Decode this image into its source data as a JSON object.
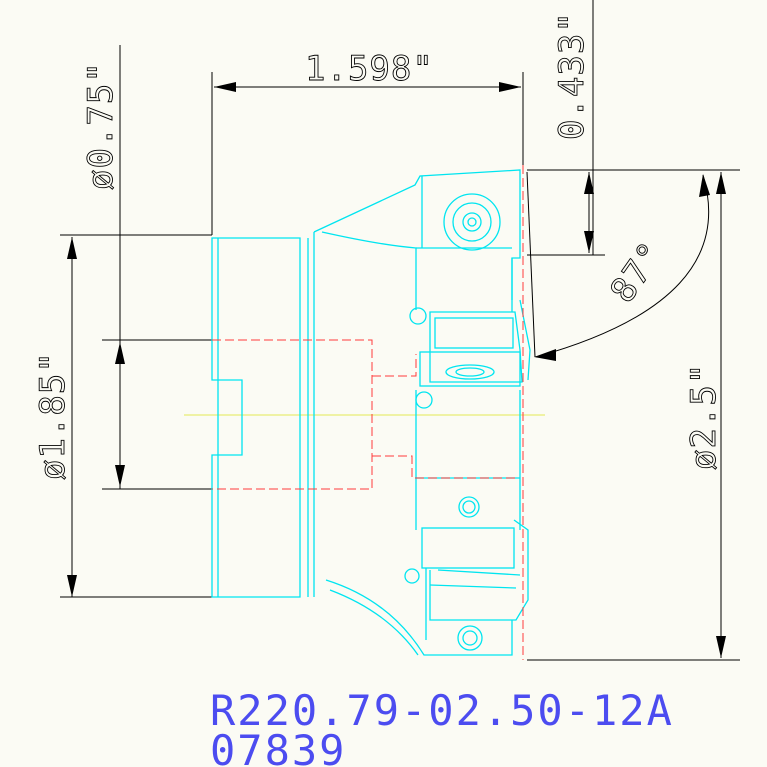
{
  "dimensions": {
    "overall_length": "1.598\"",
    "shank_diameter": "ø0.75\"",
    "pilot_diameter": "ø1.85\"",
    "cut_depth": "0.433\"",
    "entering_angle": "87°",
    "cutter_diameter": "ø2.5\""
  },
  "part": {
    "code": "R220.79-02.50-12A",
    "number": "07839"
  },
  "colors": {
    "body": "#00e5f0",
    "hidden_lines": "#ff3b3b",
    "centerline": "#e8ec74",
    "dimensions": "#000000",
    "part_text": "#4c4cf0",
    "background": "#fbfbf4"
  }
}
